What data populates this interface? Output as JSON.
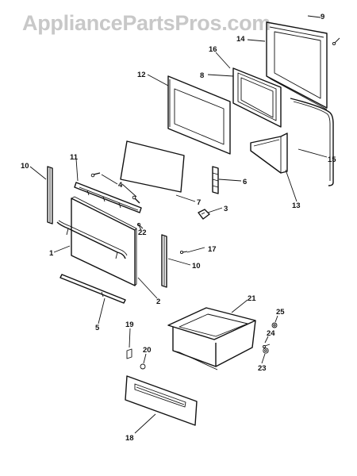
{
  "watermark": "AppliancePartsPros.com",
  "callouts": {
    "c1": "1",
    "c2": "2",
    "c3": "3",
    "c4": "4",
    "c5": "5",
    "c6": "6",
    "c7": "7",
    "c8": "8",
    "c9": "9",
    "c10a": "10",
    "c10b": "10",
    "c11": "11",
    "c12": "12",
    "c13": "13",
    "c14": "14",
    "c15": "15",
    "c16": "16",
    "c17": "17",
    "c18": "18",
    "c19": "19",
    "c20": "20",
    "c21": "21",
    "c22": "22",
    "c23": "23",
    "c24": "24",
    "c25": "25"
  },
  "colors": {
    "ink": "#111111",
    "watermark": "#c8c8c8",
    "background": "#ffffff"
  }
}
